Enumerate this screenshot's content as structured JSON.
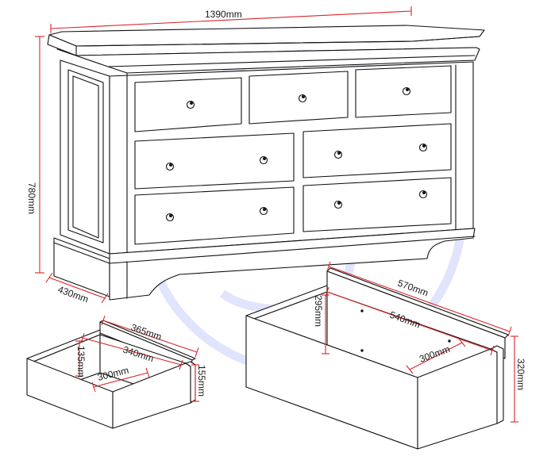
{
  "dimensions": {
    "chest_width": "1390mm",
    "chest_height": "780mm",
    "chest_depth": "430mm",
    "small_drawer_outer_depth": "365mm",
    "small_drawer_inner_depth": "340mm",
    "small_drawer_inner_width": "300mm",
    "small_drawer_inner_height": "135mm",
    "small_drawer_outer_height": "155mm",
    "large_drawer_outer_depth": "570mm",
    "large_drawer_inner_depth": "540mm",
    "large_drawer_inner_width": "300mm",
    "large_drawer_inner_height": "295mm",
    "large_drawer_outer_height": "320mm"
  },
  "colors": {
    "dimension_line": "#d8252a",
    "outline": "#111111",
    "watermark": "#c9cdfb"
  }
}
